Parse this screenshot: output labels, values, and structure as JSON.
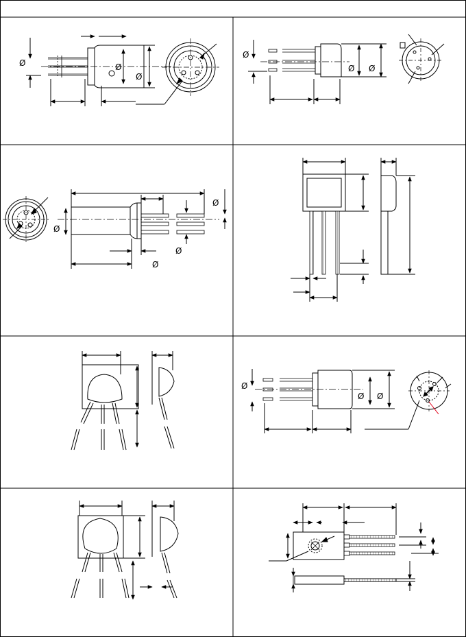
{
  "sheet": {
    "header_text": "",
    "diameter_symbol": "Ø",
    "line_color": "#000000",
    "accent_color": "#e0001a"
  },
  "packages": [
    {
      "id": "p1",
      "kind": "metal-can-side-and-end-view"
    },
    {
      "id": "p2",
      "kind": "metal-can-with-tab-side-and-end-view"
    },
    {
      "id": "p3",
      "kind": "metal-can-end-and-side-view"
    },
    {
      "id": "p4",
      "kind": "plastic-flat-package-front-and-side-view"
    },
    {
      "id": "p5",
      "kind": "dome-lens-package-front-and-side-view"
    },
    {
      "id": "p6",
      "kind": "metal-can-side-and-end-view"
    },
    {
      "id": "p7",
      "kind": "dome-lens-package-front-and-side-view"
    },
    {
      "id": "p8",
      "kind": "ceramic-package-top-and-side-view"
    }
  ]
}
